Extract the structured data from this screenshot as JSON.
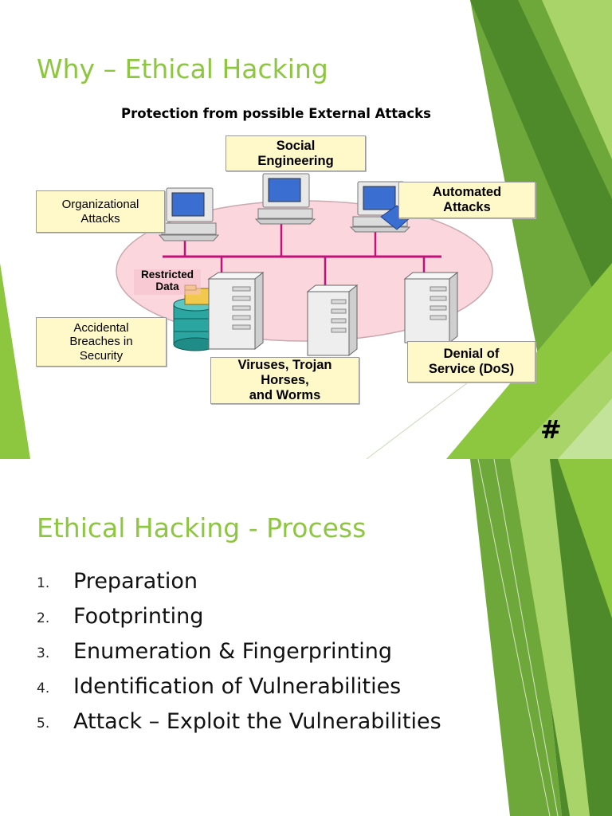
{
  "slide1": {
    "title": "Why – Ethical Hacking",
    "diagram_title": "Protection from possible External Attacks",
    "labels": {
      "social": "Social\nEngineering",
      "organizational": "Organizational\nAttacks",
      "automated": "Automated\nAttacks",
      "restricted": "Restricted\nData",
      "accidental": "Accidental\nBreaches in\nSecurity",
      "viruses": "Viruses, Trojan\nHorses,\nand Worms",
      "dos": "Denial of\nService (DoS)"
    },
    "slide_number": "#",
    "colors": {
      "title": "#8dc63f",
      "label_fill": "#fff8c8",
      "ellipse_fill": "#fbd6dc"
    }
  },
  "slide2": {
    "title": "Ethical Hacking - Process",
    "steps": [
      {
        "num": "1.",
        "text": "Preparation"
      },
      {
        "num": "2.",
        "text": "Footprinting"
      },
      {
        "num": "3.",
        "text": "Enumeration & Fingerprinting"
      },
      {
        "num": "4.",
        "text": "Identification of Vulnerabilities"
      },
      {
        "num": "5.",
        "text": "Attack – Exploit the Vulnerabilities"
      }
    ]
  }
}
